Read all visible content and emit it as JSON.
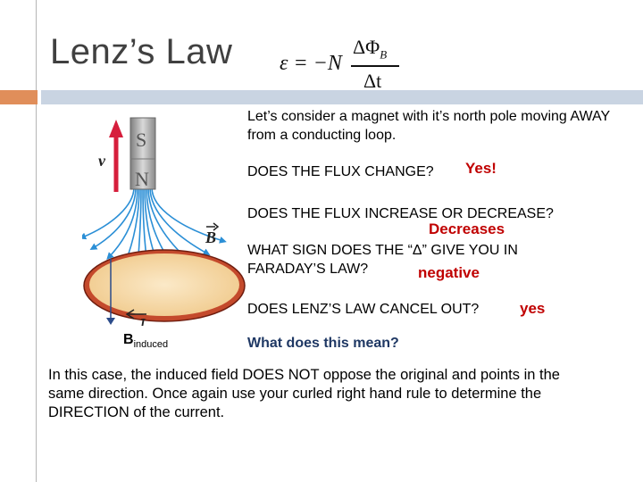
{
  "slide": {
    "title": "Lenz’s Law",
    "formula": {
      "lhs": "ε = −N",
      "numerator": "ΔΦ",
      "numerator_sub": "B",
      "denominator": "Δt"
    },
    "intro": "Let’s consider a magnet with it’s north pole moving AWAY from  a conducting loop.",
    "q1": "DOES THE FLUX CHANGE?",
    "a1": "Yes!",
    "q2": "DOES THE FLUX INCREASE OR DECREASE?",
    "a2": "Decreases",
    "q3a": "WHAT SIGN DOES THE “Δ” GIVE YOU IN",
    "q3b": "FARADAY’S LAW?",
    "a3": "negative",
    "q4": "DOES LENZ’S LAW CANCEL OUT?",
    "a4": "yes",
    "blue_q": "What does this mean?",
    "body": "In this case, the induced field DOES NOT oppose the original and points in the same direction. Once again use your curled right hand rule to determine the DIRECTION of the current."
  },
  "illustration": {
    "velocity_label": "v",
    "magnet_top_label": "S",
    "magnet_bottom_label": "N",
    "field_label": "B",
    "current_label": "I",
    "b_induced": "B",
    "b_induced_sub": "induced"
  },
  "colors": {
    "accent_orange": "#e08e5a",
    "band_blue": "#c9d4e2",
    "answer_red": "#c00000",
    "question_blue": "#1f3864",
    "field_lines": "#2b8fd6",
    "loop_fill": "#f7ddb0",
    "loop_ring": "#b5341e"
  }
}
